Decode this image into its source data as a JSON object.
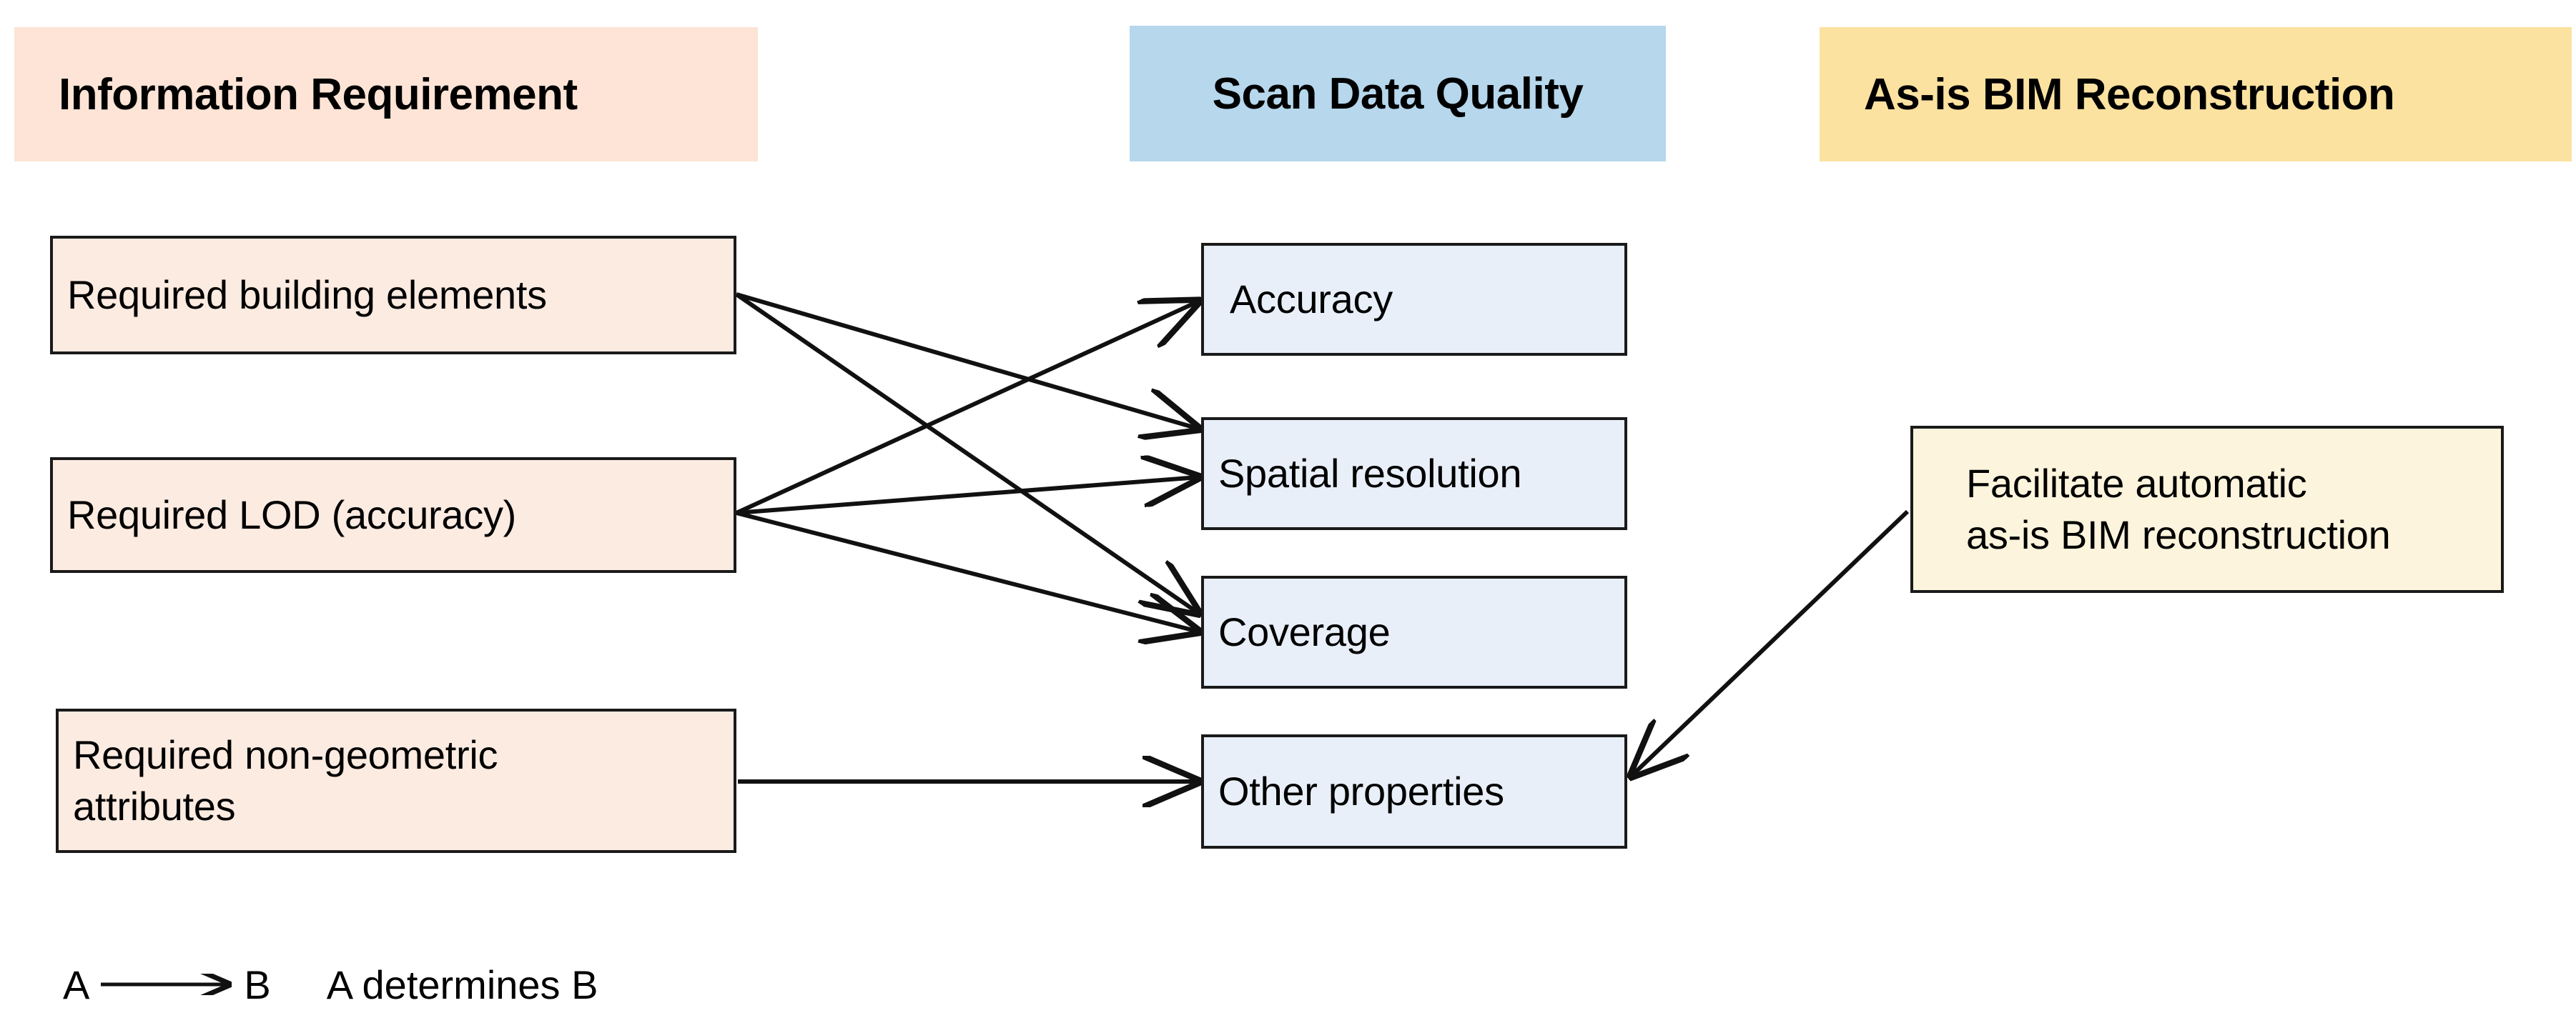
{
  "diagram": {
    "title_columns": [
      {
        "id": "information-requirement",
        "label": "Information Requirement",
        "color": "#FDE4D6"
      },
      {
        "id": "scan-data-quality",
        "label": "Scan Data Quality",
        "color": "#B6D7EC"
      },
      {
        "id": "as-is-bim-reconstruction",
        "label": "As-is BIM Reconstruction",
        "color": "#FBE2A0"
      }
    ],
    "nodes": {
      "required_building_elements": "Required building elements",
      "required_lod": "Required LOD (accuracy)",
      "required_non_geometric_line1": "Required non-geometric",
      "required_non_geometric_line2": "attributes",
      "accuracy": "Accuracy",
      "spatial_resolution": "Spatial resolution",
      "coverage": "Coverage",
      "other_properties": "Other properties",
      "facilitate_line1": "Facilitate automatic",
      "facilitate_line2": "as-is BIM reconstruction"
    },
    "edges": [
      {
        "from": "required_building_elements",
        "to": "spatial_resolution"
      },
      {
        "from": "required_building_elements",
        "to": "coverage"
      },
      {
        "from": "required_lod",
        "to": "accuracy"
      },
      {
        "from": "required_lod",
        "to": "spatial_resolution"
      },
      {
        "from": "required_lod",
        "to": "coverage"
      },
      {
        "from": "required_non_geometric_attributes",
        "to": "other_properties"
      },
      {
        "from": "facilitate_automatic_as_is_bim_reconstruction",
        "to": "other_properties"
      }
    ],
    "legend": {
      "source_label": "A",
      "target_label": "B",
      "description": "A determines B"
    },
    "colors": {
      "banner_pink": "#FDE4D6",
      "banner_blue": "#B6D7EC",
      "banner_yellow": "#FBE2A0",
      "node_pink": "#FCEBE1",
      "node_blue": "#E8EFF9",
      "node_yellow": "#FCF4DC",
      "stroke": "#1a1a1a"
    }
  }
}
